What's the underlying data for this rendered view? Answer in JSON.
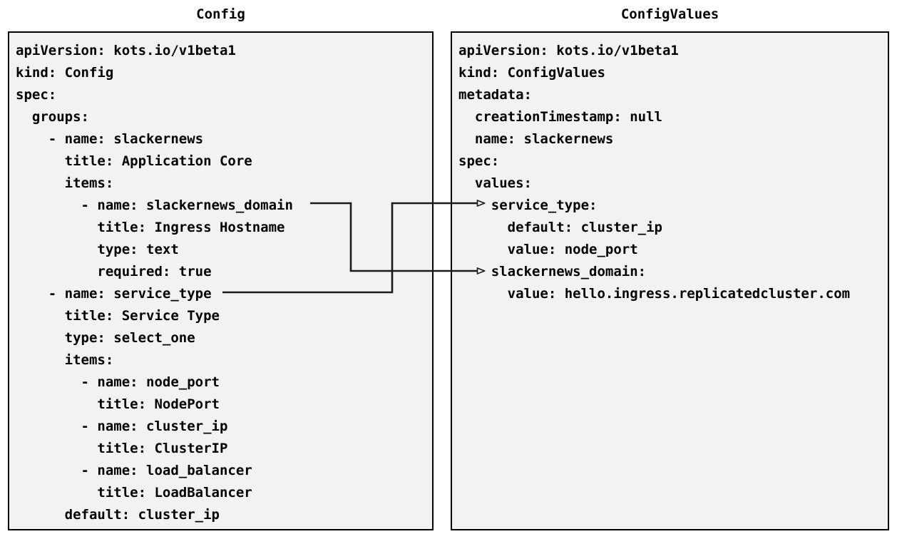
{
  "diagram": {
    "title_left": "Config",
    "title_right": "ConfigValues",
    "background_color": "#ffffff",
    "panel_fill": "#f2f2f2",
    "panel_border_color": "#000000",
    "text_color": "#000000",
    "connector_color": "#1a1a1a"
  },
  "config_panel": {
    "title": "Config",
    "lines": [
      "apiVersion: kots.io/v1beta1",
      "kind: Config",
      "spec:",
      "  groups:",
      "    - name: slackernews",
      "      title: Application Core",
      "      items:",
      "        - name: slackernews_domain",
      "          title: Ingress Hostname",
      "          type: text",
      "          required: true",
      "    - name: service_type",
      "      title: Service Type",
      "      type: select_one",
      "      items:",
      "        - name: node_port",
      "          title: NodePort",
      "        - name: cluster_ip",
      "          title: ClusterIP",
      "        - name: load_balancer",
      "          title: LoadBalancer",
      "      default: cluster_ip"
    ]
  },
  "configvalues_panel": {
    "title": "ConfigValues",
    "lines": [
      "apiVersion: kots.io/v1beta1",
      "kind: ConfigValues",
      "metadata:",
      "  creationTimestamp: null",
      "  name: slackernews",
      "spec:",
      "  values:",
      "    service_type:",
      "      default: cluster_ip",
      "      value: node_port",
      "    slackernews_domain:",
      "      value: hello.ingress.replicatedcluster.com"
    ]
  },
  "connectors": [
    {
      "name": "slackernews-domain-to-slackernews-domain",
      "from_label": "slackernews_domain",
      "to_label": "slackernews_domain",
      "arrowhead": "hollow-triangle"
    },
    {
      "name": "service-type-to-service-type",
      "from_label": "service_type",
      "to_label": "service_type",
      "arrowhead": "hollow-triangle"
    }
  ]
}
